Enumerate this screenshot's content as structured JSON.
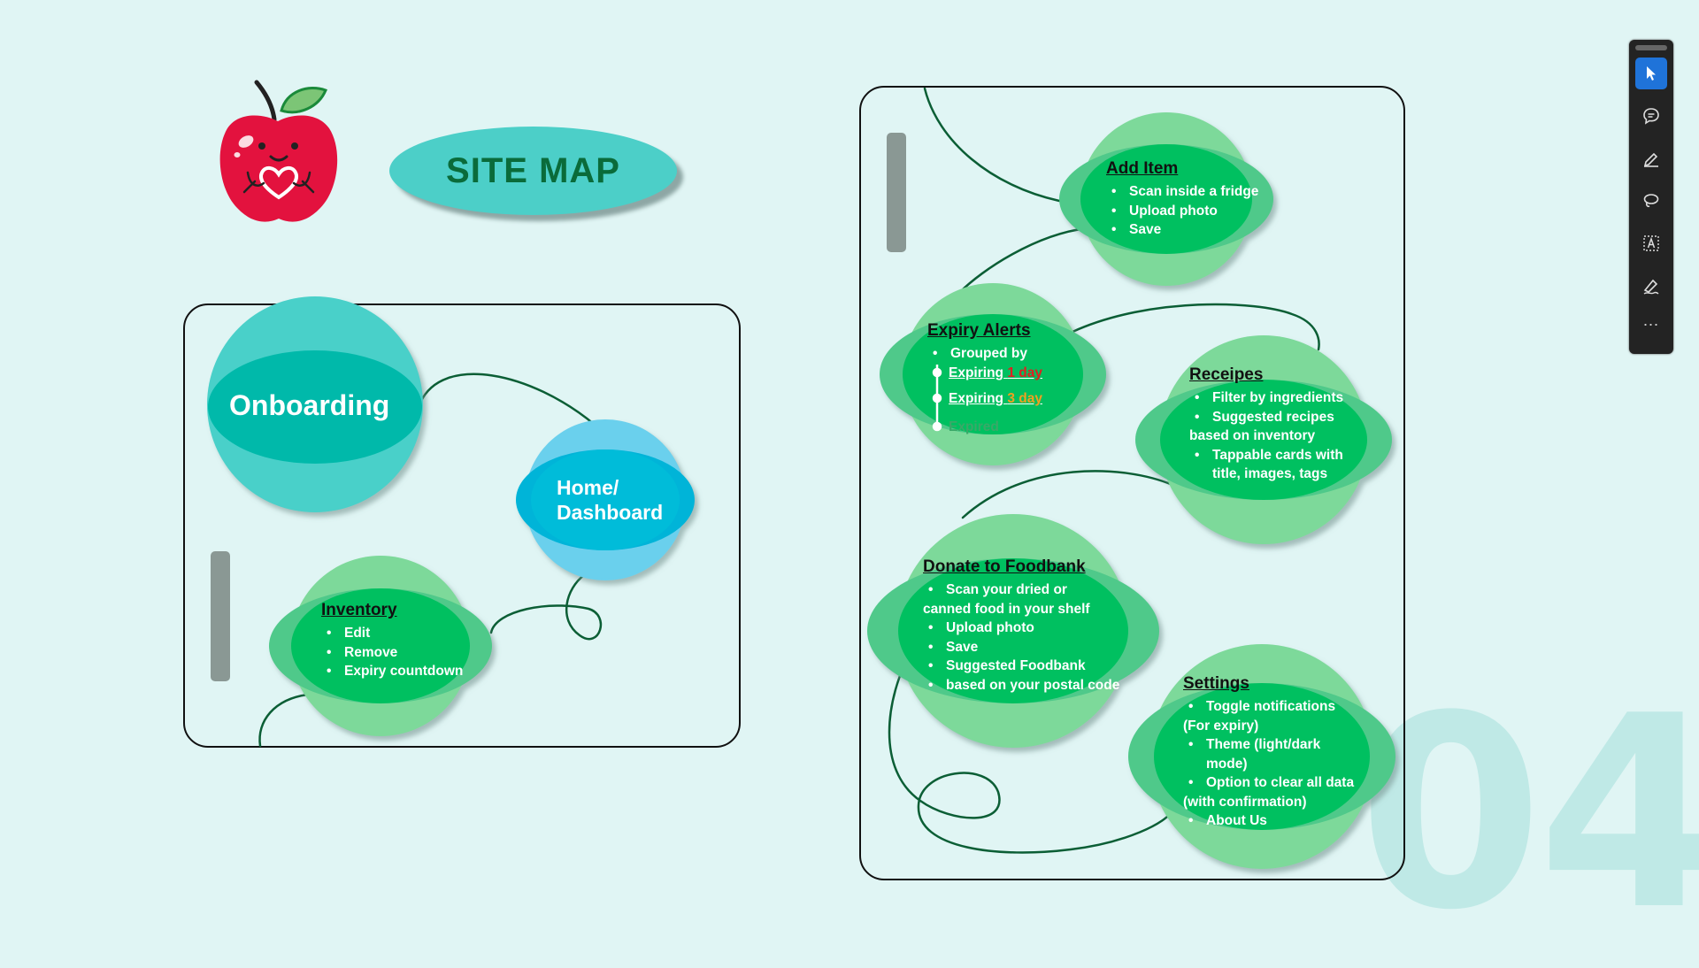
{
  "page_number": "04",
  "title": "SITE MAP",
  "left_panel": {
    "onboarding": "Onboarding",
    "home_line1": "Home/",
    "home_line2": "Dashboard",
    "inventory": {
      "title": "Inventory",
      "items": [
        "Edit",
        "Remove",
        "Expiry countdown"
      ]
    }
  },
  "right_panel": {
    "add_item": {
      "title": "Add Item",
      "items": [
        "Scan inside a fridge",
        "Upload photo",
        "Save"
      ]
    },
    "expiry_alerts": {
      "title": "Expiry Alerts",
      "grouped": "Grouped by",
      "expiring1_label": "Expiring",
      "expiring1_value": "1 day",
      "expiring3_label": "Expiring",
      "expiring3_value": "3 day",
      "expired": "Expired"
    },
    "recipes": {
      "title": "Receipes",
      "items": [
        "Filter by ingredients",
        "Suggested recipes",
        "based on inventory",
        "Tappable cards with",
        "title, images, tags"
      ]
    },
    "donate": {
      "title": "Donate to Foodbank",
      "items": [
        "Scan your dried or",
        "canned food in your shelf",
        "Upload photo",
        "Save",
        "Suggested Foodbank",
        "based on your postal code"
      ]
    },
    "settings": {
      "title": "Settings",
      "items": [
        "Toggle notifications",
        "(For expiry)",
        "Theme (light/dark",
        "mode)",
        "Option to clear all data",
        "(with confirmation)",
        "About Us"
      ]
    }
  },
  "colors": {
    "background": "#e0f5f4",
    "teal_ellipse": "#00b9aa",
    "teal_circle": "#48d0c9",
    "blue_ellipse": "#00b4d8",
    "blue_circle": "#6bd0ed",
    "green_circle": "#7dd99a",
    "green_ellipse": "#00c060",
    "connector": "#0b5e35",
    "title_green": "#0a6b3a",
    "alert_red": "#e02020",
    "alert_orange": "#f0a020"
  },
  "toolbar": {
    "tools": [
      "select-icon",
      "comment-icon",
      "highlight-icon",
      "lasso-icon",
      "text-select-icon",
      "sign-icon"
    ],
    "more": "⋯"
  }
}
